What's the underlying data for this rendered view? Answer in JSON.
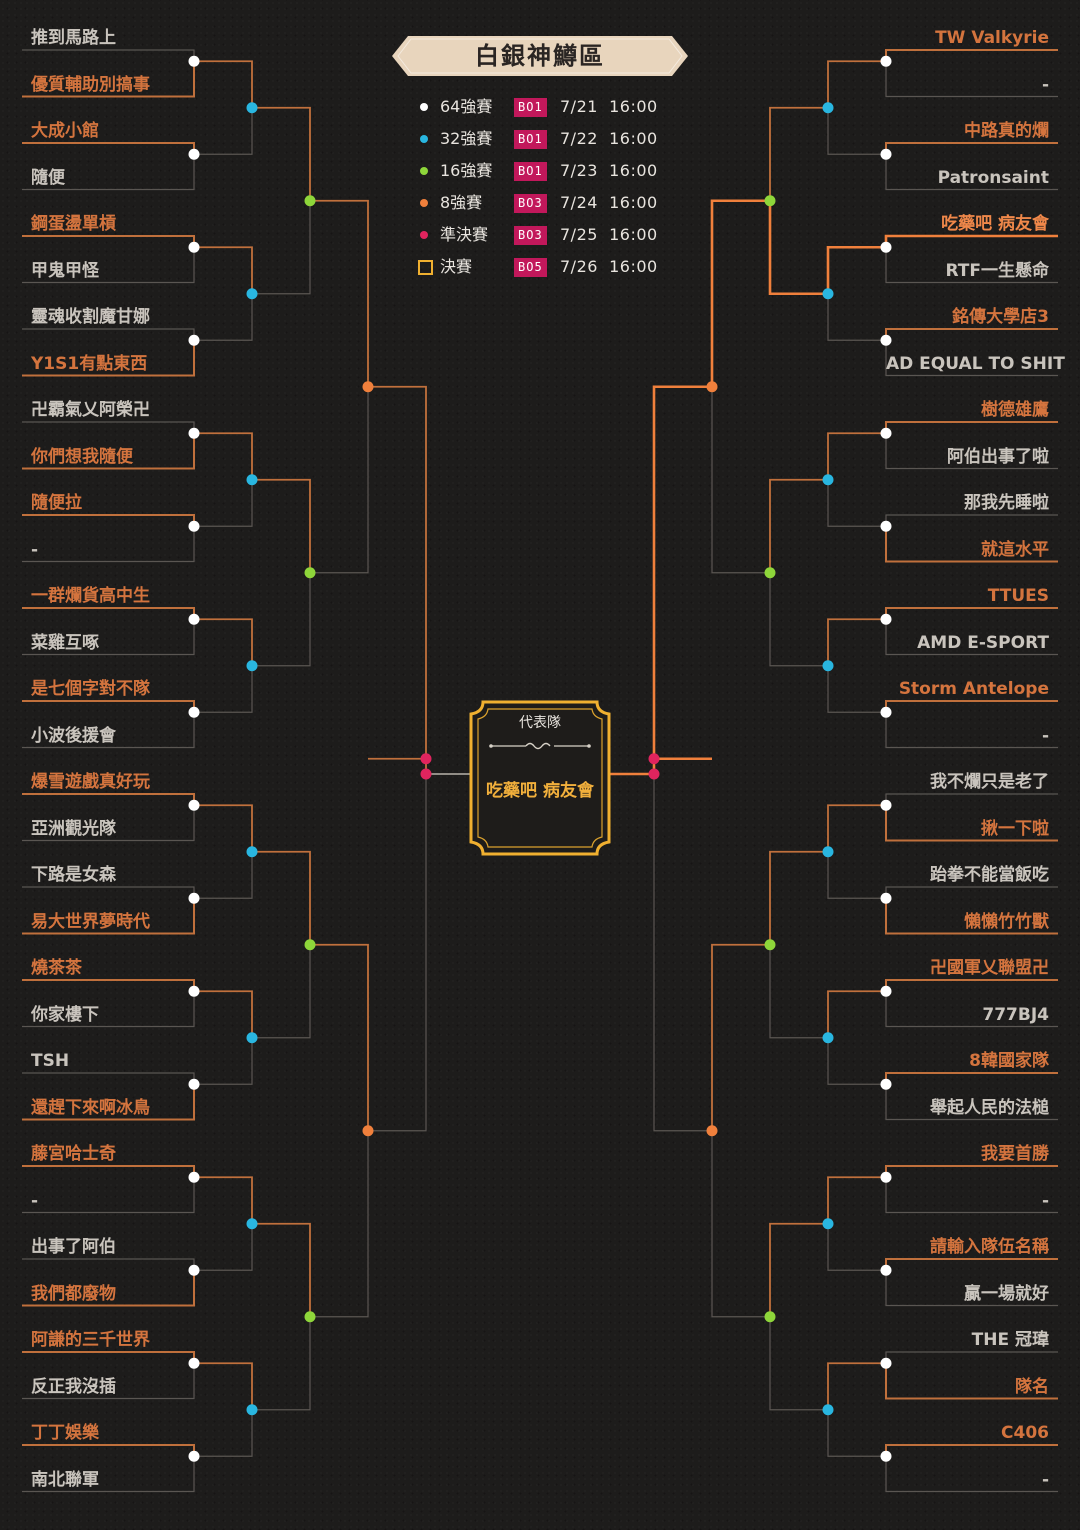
{
  "title": "白銀神鱒區",
  "legend": [
    {
      "name": "64強賽",
      "bo": "BO1",
      "date": "7/21  16:00",
      "color": "#ffffff"
    },
    {
      "name": "32強賽",
      "bo": "BO1",
      "date": "7/22  16:00",
      "color": "#29b6e0"
    },
    {
      "name": "16強賽",
      "bo": "BO1",
      "date": "7/23  16:00",
      "color": "#8ed63a"
    },
    {
      "name": "8強賽",
      "bo": "BO3",
      "date": "7/24  16:00",
      "color": "#f0803c"
    },
    {
      "name": "準決賽",
      "bo": "BO3",
      "date": "7/25  16:00",
      "color": "#e0245e"
    },
    {
      "name": "決賽",
      "bo": "BO5",
      "date": "7/26  16:00",
      "color": "#f0b030"
    }
  ],
  "champion": {
    "label": "代表隊",
    "name": "吃藥吧 病友會"
  },
  "colors": {
    "winner_text": "#d4743e",
    "winner_line": "#c0703c",
    "loser_line": "#5a5652",
    "champion_path": "#f0803c"
  },
  "left_bracket": [
    {
      "name": "推到馬路上",
      "winner": false
    },
    {
      "name": "優質輔助別搞事",
      "winner": true
    },
    {
      "name": "大成小館",
      "winner": true
    },
    {
      "name": "隨便",
      "winner": false
    },
    {
      "name": "鋼蛋盪單槓",
      "winner": true
    },
    {
      "name": "甲鬼甲怪",
      "winner": false
    },
    {
      "name": "靈魂收割魔甘娜",
      "winner": false
    },
    {
      "name": "Y1S1有點東西",
      "winner": true
    },
    {
      "name": "卍霸氣乂阿榮卍",
      "winner": false
    },
    {
      "name": "你們想我隨便",
      "winner": true
    },
    {
      "name": "隨便拉",
      "winner": true
    },
    {
      "name": "-",
      "winner": false
    },
    {
      "name": "一群爛貨高中生",
      "winner": true
    },
    {
      "name": "菜雞互啄",
      "winner": false
    },
    {
      "name": "是七個字對不隊",
      "winner": true
    },
    {
      "name": "小波後援會",
      "winner": false
    },
    {
      "name": "爆雪遊戲真好玩",
      "winner": true
    },
    {
      "name": "亞洲觀光隊",
      "winner": false
    },
    {
      "name": "下路是女森",
      "winner": false
    },
    {
      "name": "易大世界夢時代",
      "winner": true
    },
    {
      "name": "燒茶茶",
      "winner": true
    },
    {
      "name": "你家樓下",
      "winner": false
    },
    {
      "name": "TSH",
      "winner": false
    },
    {
      "name": "還趕下來啊冰鳥",
      "winner": true
    },
    {
      "name": "藤宮哈士奇",
      "winner": true
    },
    {
      "name": "-",
      "winner": false
    },
    {
      "name": "出事了阿伯",
      "winner": false
    },
    {
      "name": "我們都廢物",
      "winner": true
    },
    {
      "name": "阿謙的三千世界",
      "winner": true
    },
    {
      "name": "反正我沒插",
      "winner": false
    },
    {
      "name": "丁丁娛樂",
      "winner": true
    },
    {
      "name": "南北聯軍",
      "winner": false
    }
  ],
  "right_bracket": [
    {
      "name": "TW Valkyrie",
      "winner": true
    },
    {
      "name": "-",
      "winner": false
    },
    {
      "name": "中路真的爛",
      "winner": true
    },
    {
      "name": "Patronsaint",
      "winner": false
    },
    {
      "name": "吃藥吧 病友會",
      "winner": true
    },
    {
      "name": "RTF一生懸命",
      "winner": false
    },
    {
      "name": "銘傳大學店3",
      "winner": true
    },
    {
      "name": "AD EQUAL TO SHIT",
      "winner": false
    },
    {
      "name": "樹德雄鷹",
      "winner": true
    },
    {
      "name": "阿伯出事了啦",
      "winner": false
    },
    {
      "name": "那我先睡啦",
      "winner": false
    },
    {
      "name": "就這水平",
      "winner": true
    },
    {
      "name": "TTUES",
      "winner": true
    },
    {
      "name": "AMD E-SPORT",
      "winner": false
    },
    {
      "name": "Storm Antelope",
      "winner": true
    },
    {
      "name": "-",
      "winner": false
    },
    {
      "name": "我不爛只是老了",
      "winner": false
    },
    {
      "name": "揪一下啦",
      "winner": true
    },
    {
      "name": "跆拳不能當飯吃",
      "winner": false
    },
    {
      "name": "懶懶竹竹獸",
      "winner": true
    },
    {
      "name": "卍國軍乂聯盟卍",
      "winner": true
    },
    {
      "name": "777BJ4",
      "winner": false
    },
    {
      "name": "8韓國家隊",
      "winner": true
    },
    {
      "name": "舉起人民的法槌",
      "winner": false
    },
    {
      "name": "我要首勝",
      "winner": true
    },
    {
      "name": "-",
      "winner": false
    },
    {
      "name": "請輸入隊伍名稱",
      "winner": true
    },
    {
      "name": "贏一場就好",
      "winner": false
    },
    {
      "name": "THE 冠瑋",
      "winner": false
    },
    {
      "name": "隊名",
      "winner": true
    },
    {
      "name": "C406",
      "winner": true
    },
    {
      "name": "-",
      "winner": false
    }
  ]
}
